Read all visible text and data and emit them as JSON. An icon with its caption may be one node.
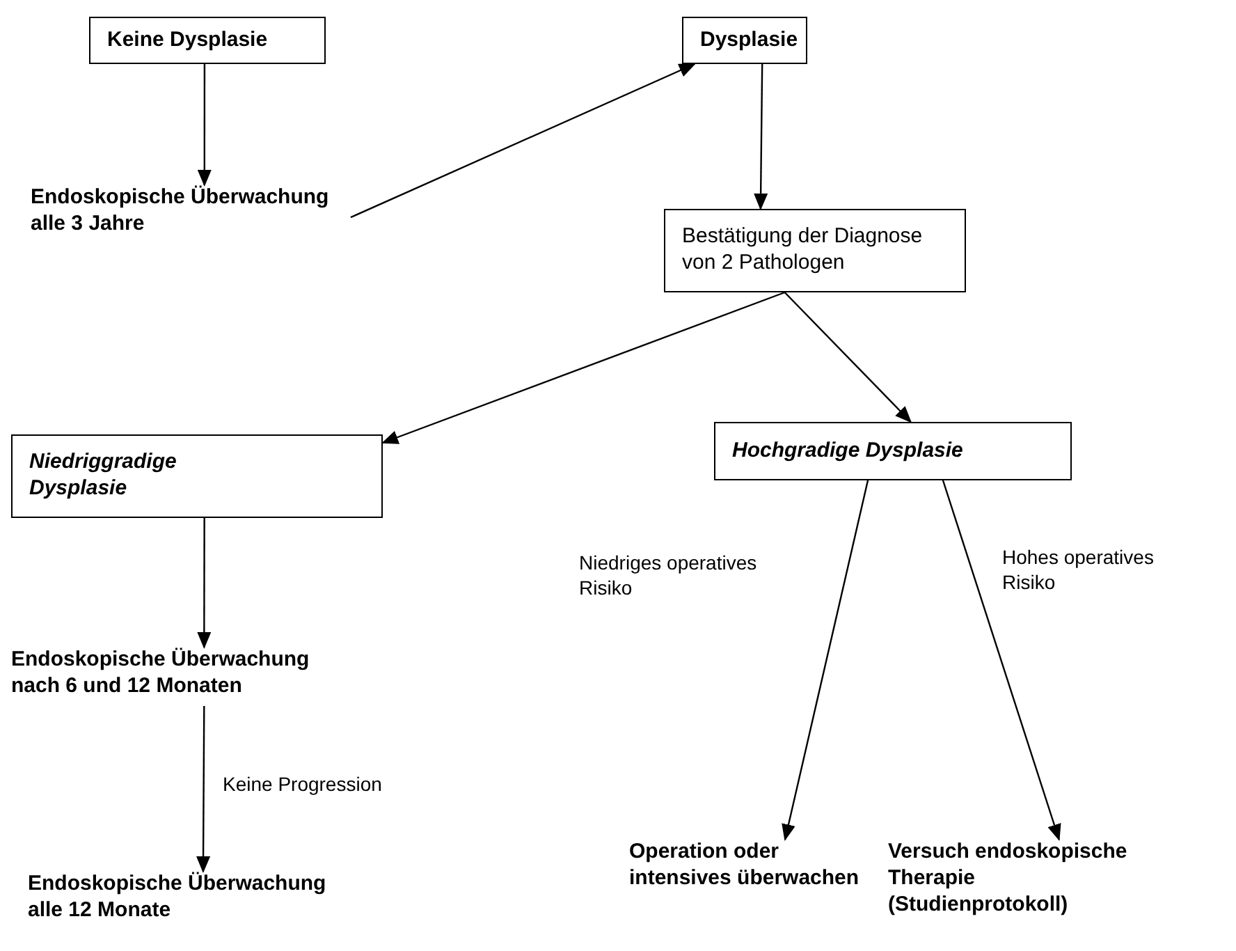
{
  "diagram": {
    "nodes": [
      {
        "text": [
          "Keine Dysplasie"
        ]
      },
      {
        "text": [
          "Dysplasie"
        ]
      },
      {
        "text": [
          "Endoskopische Überwachung alle 3 Jahre"
        ]
      },
      {
        "text": [
          "Bestätigung der Diagnose von 2 Pathologen"
        ]
      },
      {
        "text": [
          "Niedriggradige Dysplasie"
        ]
      },
      {
        "text": [
          "Hochgradige Dysplasie"
        ]
      },
      {
        "text": [
          "Endoskopische Überwachung nach 6 und 12 Monaten"
        ]
      },
      {
        "text": [
          "Endoskopische Überwachung alle 12 Monate"
        ]
      },
      {
        "text": [
          "Operation oder intensives überwachen"
        ]
      },
      {
        "text": [
          "Versuch endoskopische Therapie (Studienprotokoll)"
        ]
      }
    ],
    "edges": [
      {
        "from": 0,
        "to": 2,
        "arrow": "to"
      },
      {
        "from": 2,
        "to": 1,
        "arrow": "to"
      },
      {
        "from": 1,
        "to": 3,
        "arrow": "to"
      },
      {
        "from": 3,
        "to": 4,
        "arrow": "to"
      },
      {
        "from": 3,
        "to": 5,
        "arrow": "to"
      },
      {
        "from": 4,
        "to": 6,
        "arrow": "to"
      },
      {
        "from": 6,
        "to": 7,
        "arrow": "to",
        "label": "Keine Progression"
      },
      {
        "from": 5,
        "to": 8,
        "arrow": "to",
        "label": "Niedriges operatives Risiko"
      },
      {
        "from": 5,
        "to": 9,
        "arrow": "to",
        "label": "Hohes operatives Risiko"
      }
    ]
  }
}
